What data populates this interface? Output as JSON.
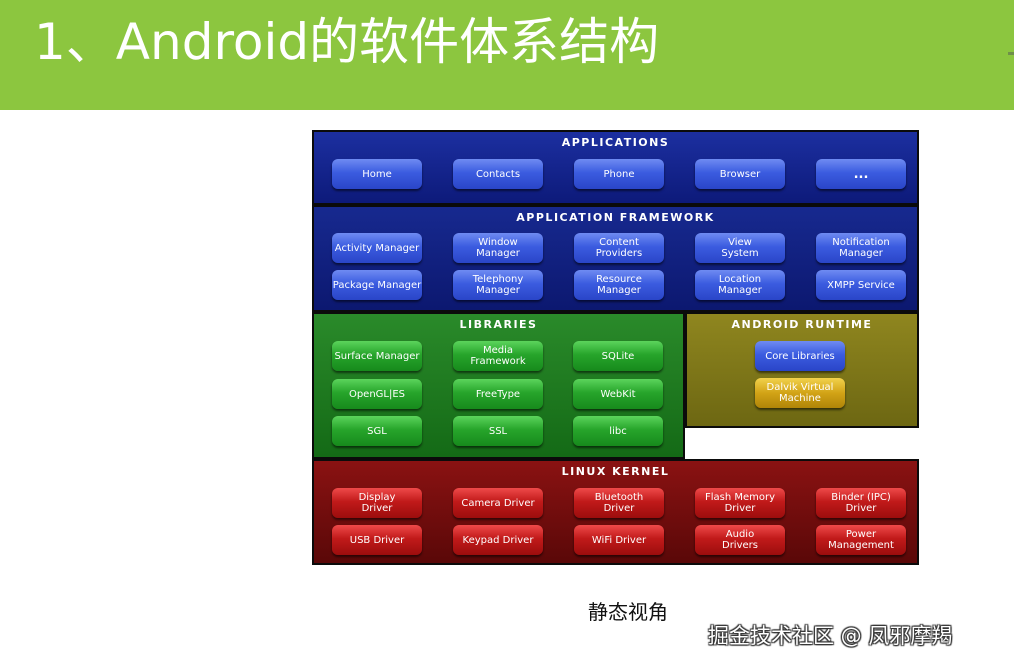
{
  "slide": {
    "title": "1、Android的软件体系结构",
    "caption": "静态视角",
    "watermark": "掘金技术社区 @ 凤邪摩羯"
  },
  "diagram": {
    "applications": {
      "title": "Applications",
      "items": [
        "Home",
        "Contacts",
        "Phone",
        "Browser",
        "..."
      ]
    },
    "framework": {
      "title": "Application Framework",
      "items": [
        "Activity Manager",
        "Window\nManager",
        "Content\nProviders",
        "View\nSystem",
        "Notification\nManager",
        "Package Manager",
        "Telephony\nManager",
        "Resource\nManager",
        "Location\nManager",
        "XMPP Service"
      ]
    },
    "libraries": {
      "title": "Libraries",
      "items": [
        "Surface Manager",
        "Media\nFramework",
        "SQLite",
        "OpenGL|ES",
        "FreeType",
        "WebKit",
        "SGL",
        "SSL",
        "libc"
      ]
    },
    "runtime": {
      "title": "Android Runtime",
      "items": [
        "Core Libraries",
        "Dalvik Virtual\nMachine"
      ]
    },
    "kernel": {
      "title": "Linux Kernel",
      "items": [
        "Display\nDriver",
        "Camera Driver",
        "Bluetooth\nDriver",
        "Flash Memory\nDriver",
        "Binder (IPC)\nDriver",
        "USB Driver",
        "Keypad Driver",
        "WiFi Driver",
        "Audio\nDrivers",
        "Power\nManagement"
      ]
    }
  },
  "colors": {
    "title_bar": "#8cc63f",
    "applications": "#1c2fa0",
    "libraries": "#2a8a2a",
    "runtime": "#8f861f",
    "kernel": "#8a1212"
  }
}
